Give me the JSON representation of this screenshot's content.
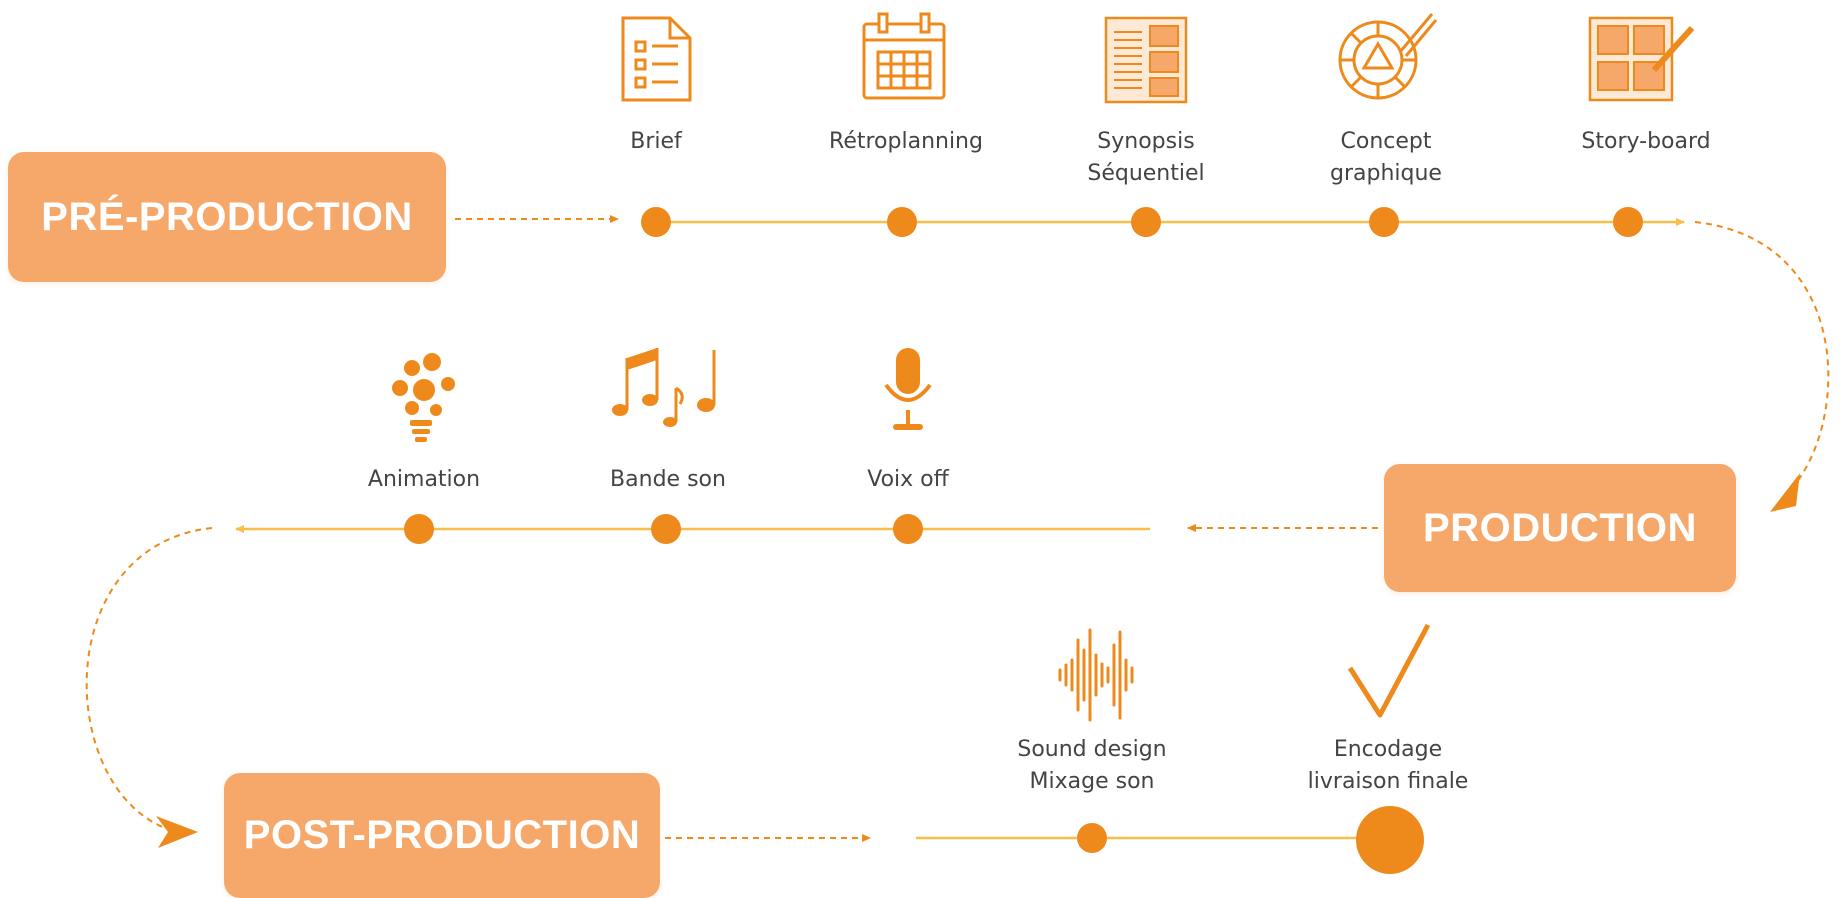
{
  "phases": {
    "pre_production": "PRÉ-PRODUCTION",
    "production": "PRODUCTION",
    "post_production": "POST-PRODUCTION"
  },
  "pre_production_steps": [
    {
      "line1": "Brief",
      "line2": "",
      "icon": "document-list-icon"
    },
    {
      "line1": "Rétroplanning",
      "line2": "",
      "icon": "calendar-icon"
    },
    {
      "line1": "Synopsis",
      "line2": "Séquentiel",
      "icon": "storyboard-sheet-icon"
    },
    {
      "line1": "Concept",
      "line2": "graphique",
      "icon": "color-wheel-icon"
    },
    {
      "line1": "Story-board",
      "line2": "",
      "icon": "storyboard-pencil-icon"
    }
  ],
  "production_steps": [
    {
      "line1": "Animation",
      "line2": "",
      "icon": "gear-lightbulb-icon"
    },
    {
      "line1": "Bande son",
      "line2": "",
      "icon": "music-notes-icon"
    },
    {
      "line1": "Voix off",
      "line2": "",
      "icon": "microphone-icon"
    }
  ],
  "post_production_steps": [
    {
      "line1": "Sound design",
      "line2": "Mixage son",
      "icon": "sound-wave-icon"
    },
    {
      "line1": "Encodage",
      "line2": "livraison finale",
      "icon": "checkmark-icon"
    }
  ],
  "colors": {
    "accent": "#ee8a1c",
    "box": "#f6a86b",
    "line": "#f7be4a",
    "text": "#444444"
  }
}
